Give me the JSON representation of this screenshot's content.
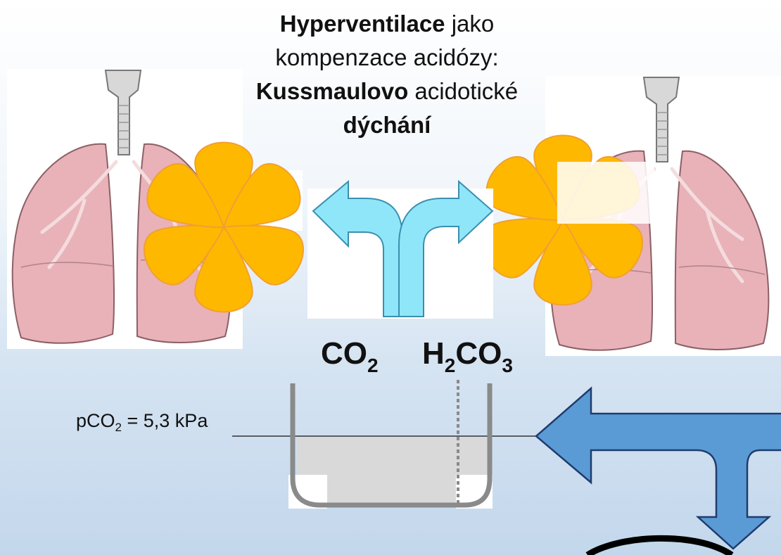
{
  "title": {
    "line1_bold": "Hyperventilace",
    "line1_rest": " jako",
    "line2": "kompenzace acidózy:",
    "line3_bold": "Kussmaulovo",
    "line3_rest": " acidotické",
    "line4_bold": "dýchání"
  },
  "labels": {
    "co2_main": "CO",
    "co2_sub": "2",
    "h2co3_h": "H",
    "h2co3_sub1": "2",
    "h2co3_co": "CO",
    "h2co3_sub2": "3",
    "pco2_prefix": "pCO",
    "pco2_sub": "2",
    "pco2_value": " = 5,3 kPa"
  },
  "colors": {
    "lung": "#e8b2b8",
    "lung_outline": "#8c6066",
    "petal": "#ffb800",
    "curved_arrow": "#8fe6f8",
    "big_arrow": "#5b9bd5",
    "vessel_wall": "#8a8a8a",
    "fluid": "#d9d9d9"
  },
  "icons": [
    "lungs-left-icon",
    "lungs-right-icon",
    "burst-left-icon",
    "burst-right-icon",
    "split-arrow-icon",
    "return-arrow-icon",
    "vessel-icon"
  ]
}
